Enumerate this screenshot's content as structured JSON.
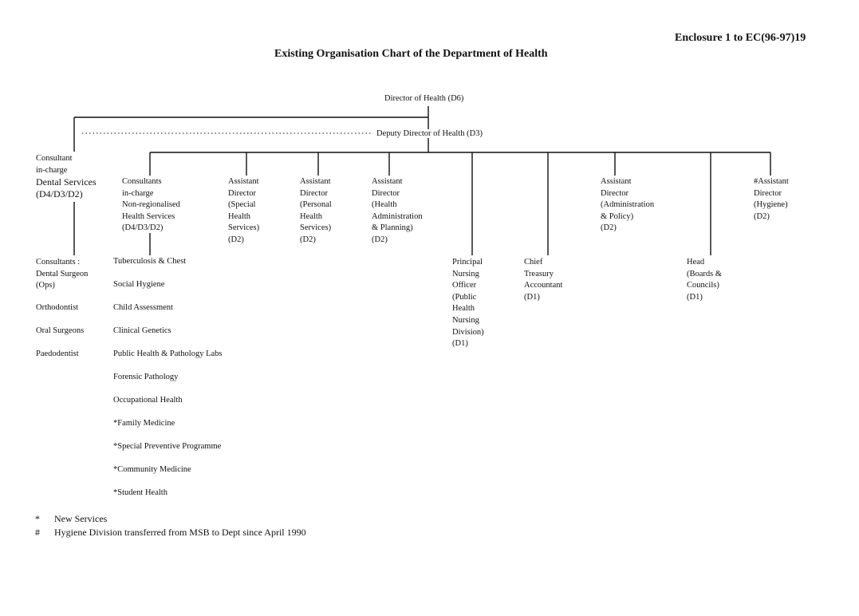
{
  "header": {
    "enclosure": "Enclosure 1 to EC(96-97)19",
    "title": "Existing Organisation Chart of the Department of Health"
  },
  "top": {
    "director": "Director of Health (D6)",
    "deputy": "Deputy Director of Health (D3)"
  },
  "dental": {
    "lines": [
      "Consultant",
      "in-charge",
      "Dental Services",
      "(D4/D3/D2)"
    ],
    "services": [
      "Consultants :",
      "Dental Surgeon",
      "(Ops)",
      "Orthodontist",
      "Oral Surgeons",
      "Paedodentist"
    ]
  },
  "nonregional": {
    "lines": [
      "Consultants",
      "in-charge",
      "Non-regionalised",
      "Health Services",
      "(D4/D3/D2)"
    ],
    "services": [
      "Tuberculosis & Chest",
      "Social Hygiene",
      "Child Assessment",
      "Clinical Genetics",
      "Public Health & Pathology Labs",
      "Forensic Pathology",
      "Occupational Health",
      "*Family Medicine",
      "*Special Preventive Programme",
      "*Community Medicine",
      "*Student Health"
    ]
  },
  "ad_special": {
    "lines": [
      "Assistant",
      "Director",
      "(Special",
      "Health",
      "Services)",
      "(D2)"
    ]
  },
  "ad_personal": {
    "lines": [
      "Assistant",
      "Director",
      "(Personal",
      "Health",
      "Services)",
      "(D2)"
    ]
  },
  "ad_health_admin": {
    "lines": [
      "Assistant",
      "Director",
      "(Health",
      "Administration",
      "& Planning)",
      "(D2)"
    ]
  },
  "nursing": {
    "lines": [
      "Principal",
      "Nursing",
      "Officer",
      "(Public",
      "Health",
      "Nursing",
      "Division)",
      "(D1)"
    ]
  },
  "treasury": {
    "lines": [
      "Chief",
      "Treasury",
      "Accountant",
      "(D1)"
    ]
  },
  "ad_admin_policy": {
    "lines": [
      "Assistant",
      "Director",
      "(Administration",
      "& Policy)",
      "(D2)"
    ]
  },
  "boards": {
    "lines": [
      "Head",
      "(Boards &",
      "Councils)",
      "(D1)"
    ]
  },
  "ad_hygiene": {
    "lines": [
      "#Assistant",
      "Director",
      "(Hygiene)",
      "(D2)"
    ]
  },
  "footnotes": [
    {
      "mark": "*",
      "text": "New Services"
    },
    {
      "mark": "#",
      "text": "Hygiene Division transferred from MSB to Dept since April 1990"
    }
  ]
}
